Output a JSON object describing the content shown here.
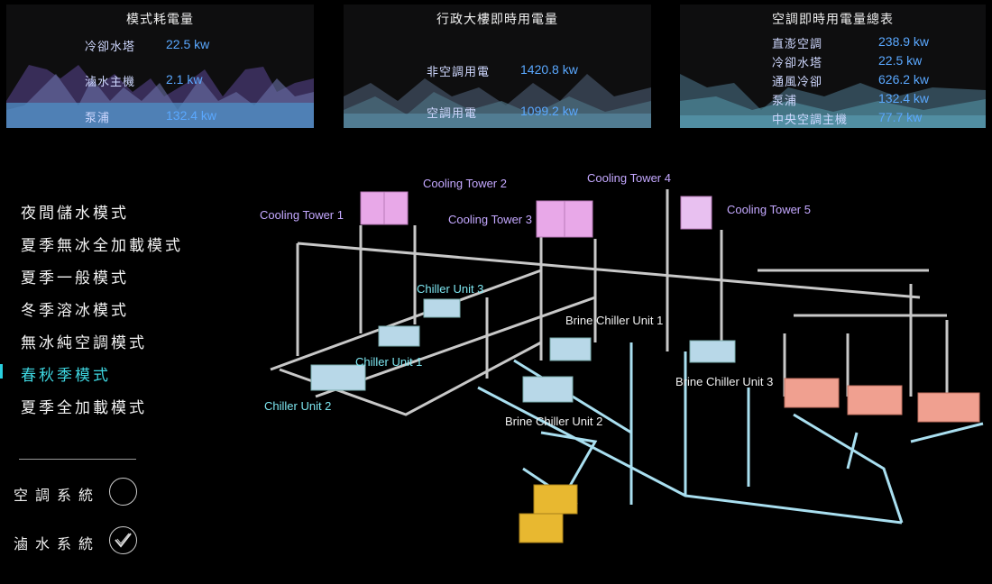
{
  "panels": [
    {
      "title": "模式耗電量",
      "rows": [
        {
          "label": "冷卻水塔",
          "value": "22.5 kw"
        },
        {
          "label": "滷水主機",
          "value": "2.1 kw"
        },
        {
          "label": "泵浦",
          "value": "132.4 kw"
        }
      ]
    },
    {
      "title": "行政大樓即時用電量",
      "rows": [
        {
          "label": "非空調用電",
          "value": "1420.8 kw"
        },
        {
          "label": "空調用電",
          "value": "1099.2 kw"
        }
      ]
    },
    {
      "title": "空調即時用電量總表",
      "rows": [
        {
          "label": "直澎空調",
          "value": "238.9 kw"
        },
        {
          "label": "冷卻水塔",
          "value": "22.5 kw"
        },
        {
          "label": "通風冷卻",
          "value": "626.2 kw"
        },
        {
          "label": "泵浦",
          "value": "132.4 kw"
        },
        {
          "label": "中央空調主機",
          "value": "77.7 kw"
        }
      ]
    }
  ],
  "modes": [
    {
      "label": "夜間儲水模式"
    },
    {
      "label": "夏季無冰全加載模式"
    },
    {
      "label": "夏季一般模式"
    },
    {
      "label": "冬季溶冰模式"
    },
    {
      "label": "無冰純空調模式"
    },
    {
      "label": "春秋季模式",
      "active": true
    },
    {
      "label": "夏季全加載模式"
    }
  ],
  "systems": [
    {
      "label": "空調系統",
      "checked": false
    },
    {
      "label": "滷水系統",
      "checked": true
    }
  ],
  "diagram": {
    "labels": {
      "ct1": "Cooling Tower 1",
      "ct2": "Cooling Tower 2",
      "ct3": "Cooling Tower 3",
      "ct4": "Cooling Tower 4",
      "ct5": "Cooling Tower 5",
      "cu1": "Chiller Unit 1",
      "cu2": "Chiller Unit 2",
      "cu3": "Chiller Unit 3",
      "bc1": "Brine Chiller Unit 1",
      "bc2": "Brine Chiller Unit 2",
      "bc3": "Brine Chiller Unit 3"
    }
  },
  "colors": {
    "accent": "#3ed6e0",
    "value": "#5aa8ff",
    "tower": "#e8a8e8",
    "tank": "#e8b830",
    "ahu": "#f0a090"
  }
}
